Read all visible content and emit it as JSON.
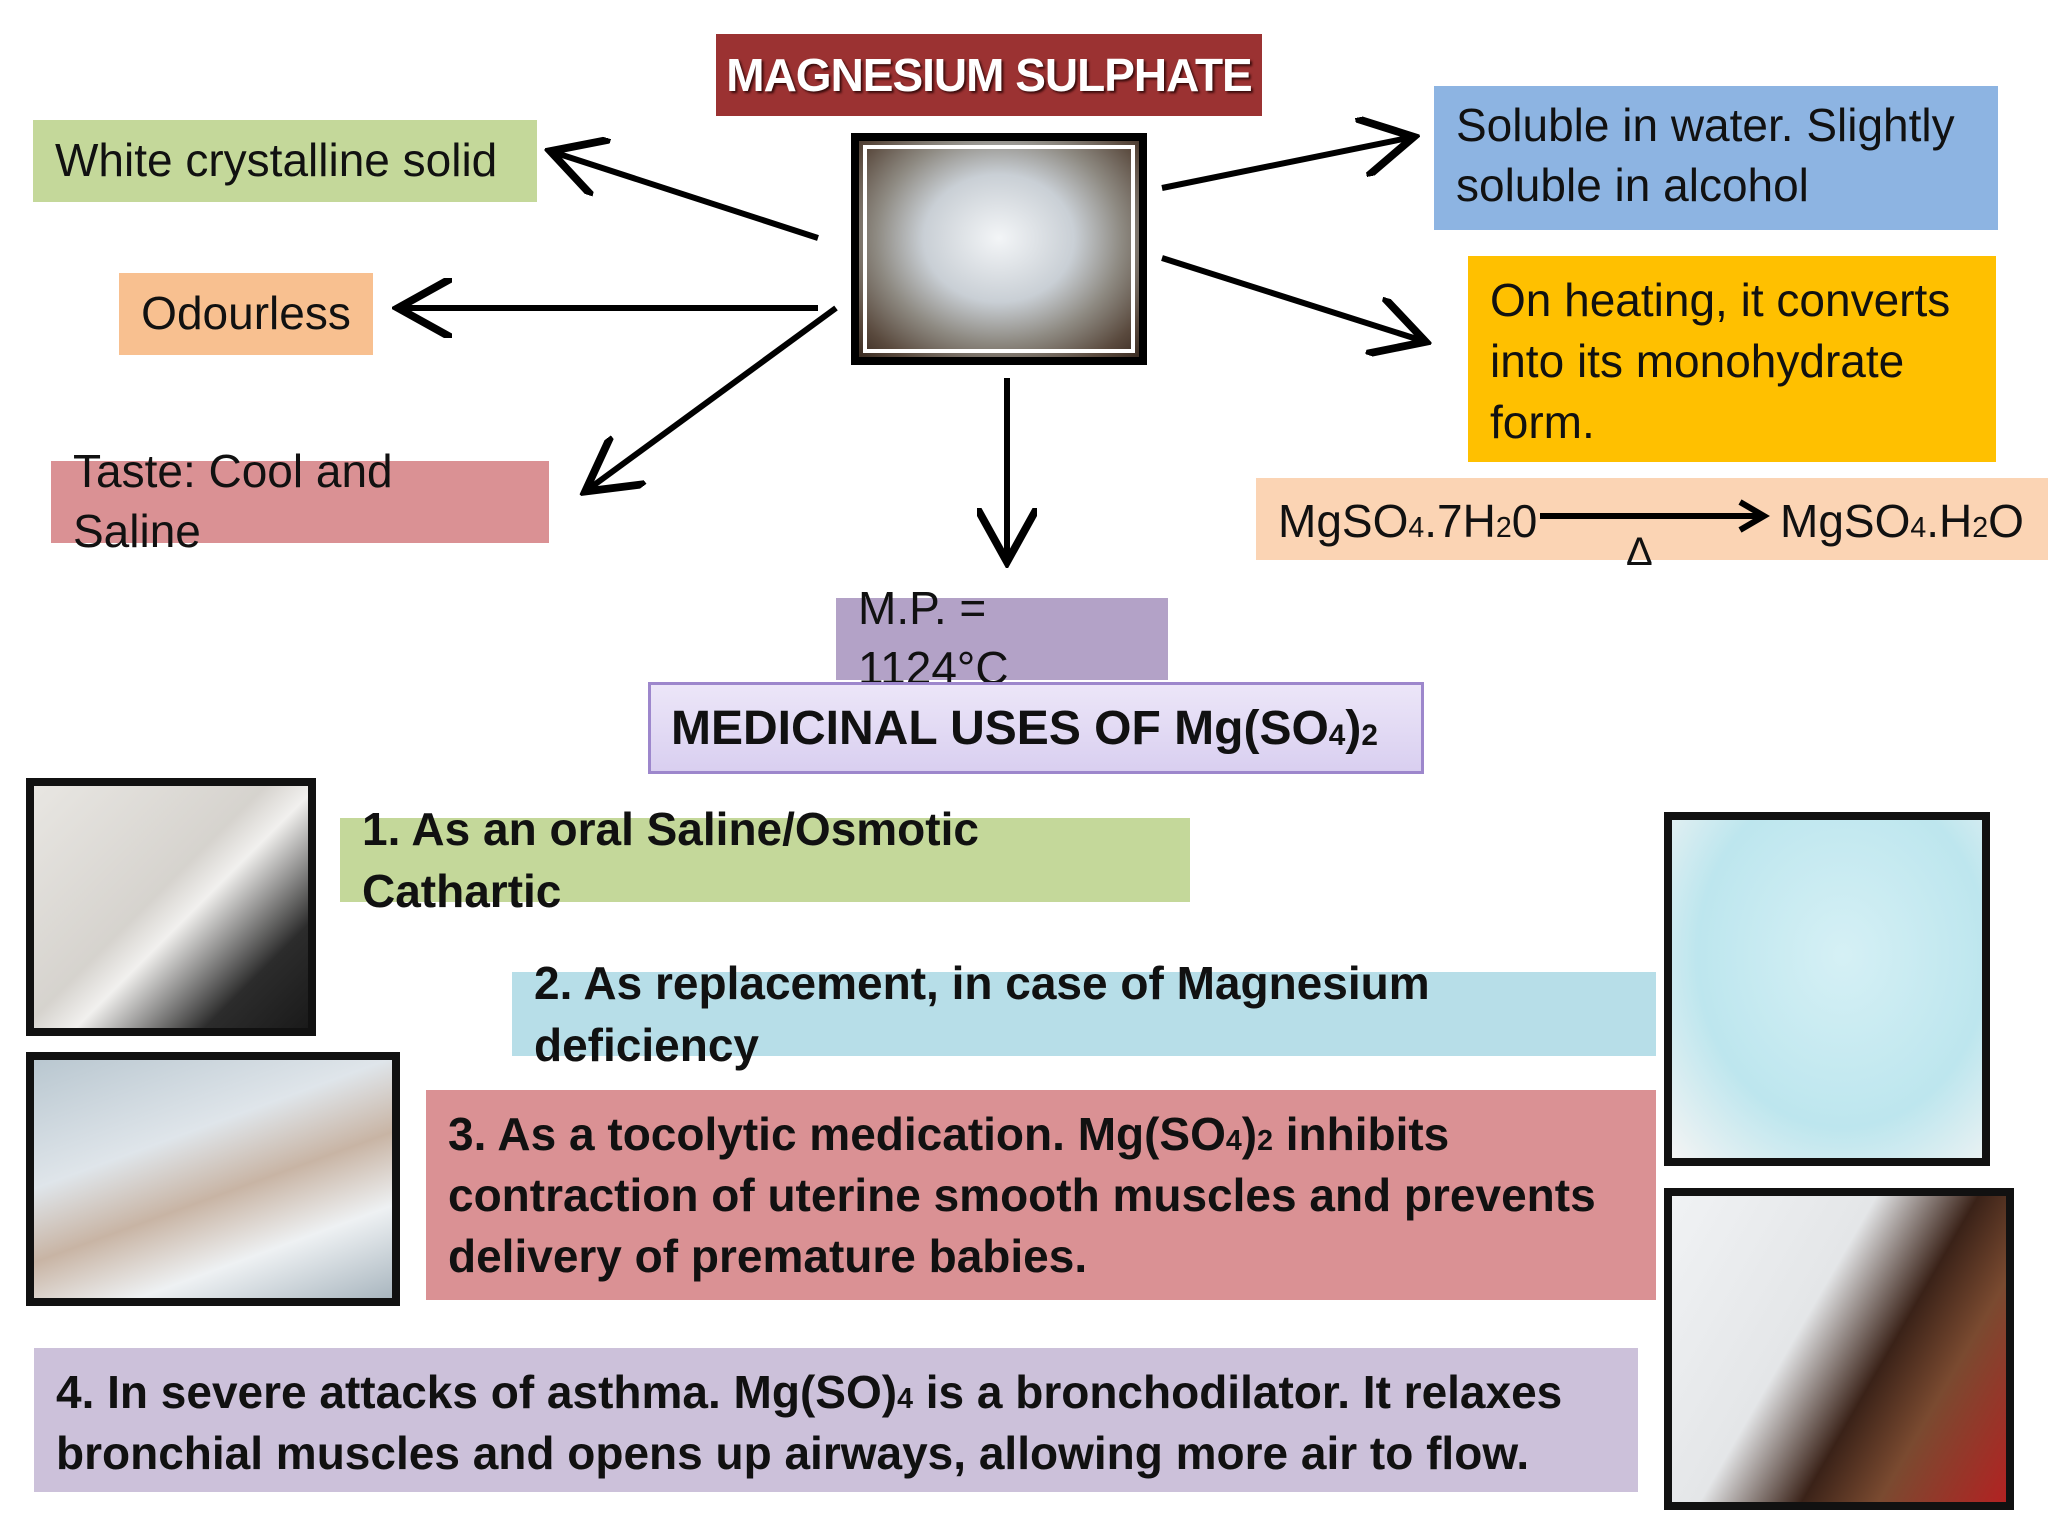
{
  "title": "MAGNESIUM SULPHATE",
  "colors": {
    "title_bg": "#9b3232",
    "white_box": "#c4d89a",
    "odour_box": "#f8c090",
    "taste_box": "#da9194",
    "soluble_box": "#8db4e2",
    "heating_box": "#ffc000",
    "reaction_box": "#fbd4b4",
    "mp_box": "#b3a2c7",
    "uses_header_bg": "#e4dcf6",
    "use1": "#c4d89a",
    "use2": "#b7dee8",
    "use3": "#da9194",
    "use4": "#ccc1da"
  },
  "properties": {
    "appearance": "White crystalline solid",
    "odour": "Odourless",
    "taste": "Taste: Cool and Saline",
    "solubility": "Soluble in water. Slightly soluble in alcohol",
    "heating": "On heating, it converts into its monohydrate form.",
    "melting_point": "M.P. = 1124°C"
  },
  "reaction": {
    "reactant_a": "MgSO",
    "reactant_sub1": "4",
    "reactant_b": ".7H",
    "reactant_sub2": "2",
    "reactant_c": "0",
    "condition": "Δ",
    "product_a": "MgSO",
    "product_sub1": "4",
    "product_b": ".H",
    "product_sub2": "2",
    "product_c": "O"
  },
  "uses_header": {
    "text_a": "MEDICINAL USES OF Mg(SO",
    "sub1": "4",
    "text_b": ")",
    "sub2": "2"
  },
  "uses": {
    "use1": "1. As an oral Saline/Osmotic Cathartic",
    "use2": "2. As replacement, in case of Magnesium deficiency",
    "use3_a": "3. As a tocolytic medication. Mg(SO",
    "use3_sub1": "4",
    "use3_b": ")",
    "use3_sub2": "2",
    "use3_c": " inhibits contraction of uterine smooth muscles and prevents delivery of premature babies.",
    "use4_a": "4. In severe attacks of asthma. Mg(SO)",
    "use4_sub": "4",
    "use4_b": " is a bronchodilator. It relaxes bronchial muscles and opens up airways, allowing more air to flow."
  }
}
